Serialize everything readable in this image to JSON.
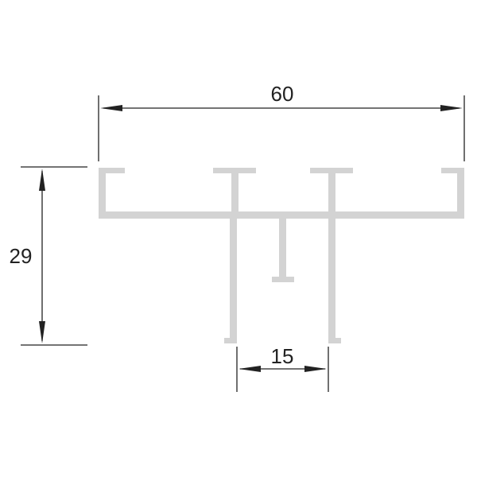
{
  "drawing": {
    "dimensions": {
      "width": "60",
      "height": "29",
      "spacing": "15"
    }
  },
  "colors": {
    "profile": "#d3d3d3",
    "dimension_line": "#222222",
    "background": "#ffffff"
  }
}
